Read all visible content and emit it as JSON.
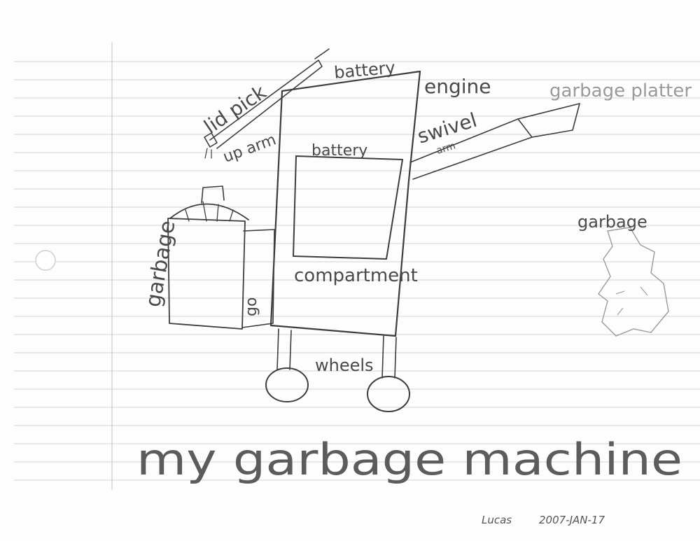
{
  "drawing": {
    "title": "my garbage machine",
    "signature": "Lucas",
    "date": "2007-JAN-17",
    "labels": {
      "lid_pick": "lid pick",
      "battery_top": "battery",
      "engine": "engine",
      "garbage_platter": "garbage platter",
      "swivel": "swivel",
      "swivel_arm": "arm",
      "up_arm": "up arm",
      "battery_inner": "battery",
      "garbage_can": "garbage",
      "garbage_can_letters": "go",
      "compartment": "compartment",
      "wheels": "wheels",
      "garbage_pile": "garbage"
    }
  }
}
